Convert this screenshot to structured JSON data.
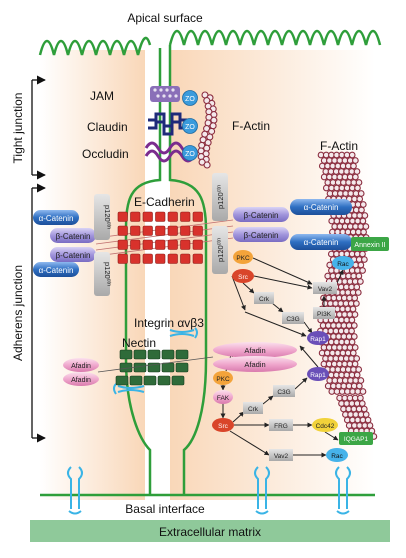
{
  "labels": {
    "apical_surface": "Apical surface",
    "tight_junction": "Tight junction",
    "adherens_junction": "Adherens junction",
    "jam": "JAM",
    "claudin": "Claudin",
    "occludin": "Occludin",
    "f_actin_top": "F-Actin",
    "f_actin_right": "F-Actin",
    "e_cadherin": "E-Cadherin",
    "integrin": "Integrin αvβ3",
    "nectin": "Nectin",
    "basal_interface": "Basal interface",
    "extracellular_matrix": "Extracellular matrix"
  },
  "proteins": {
    "zo": "ZO",
    "alpha_catenin": "α-Catenin",
    "beta_catenin": "β-Catenin",
    "p120_prefix": "p120",
    "p120_sup": "ctn",
    "afadin": "Afadin",
    "annexin": "Annexin II",
    "pkc": "PKC",
    "src": "Src",
    "crk": "Crk",
    "c3g": "C3G",
    "rap1": "Rap1",
    "pi3k": "PI3K",
    "vav2": "Vav2",
    "rac": "Rac",
    "fak": "FAK",
    "frg": "FRG",
    "cdc42": "Cdc42",
    "iqgap1": "IQGAP1"
  },
  "colors": {
    "membrane": "#2e9e3a",
    "cytoplasm": "#fbe3cc",
    "matrix": "#8fc99a",
    "cadherin_red": "#d8322c",
    "nectin_green": "#2f6b3a",
    "catenin_blue": "#2e6fc2",
    "beta_catenin_violet": "#9b8fd6",
    "zo_blue": "#3a9bdc",
    "pkc_orange": "#f3a33a",
    "src_red": "#d9452a",
    "rap_violet": "#6a4fb8",
    "rac_blue": "#46b3ea",
    "cdc_yellow": "#f1d23a",
    "annexin_green": "#3ca646",
    "grey_box": "#b9b9b9",
    "actin_maroon": "#8b2d3f",
    "integrin_cyan": "#3ab4e6",
    "claudin_navy": "#1e2a7a",
    "occludin_purple": "#7b2c8e",
    "jam_purple": "#8a6fb8"
  }
}
